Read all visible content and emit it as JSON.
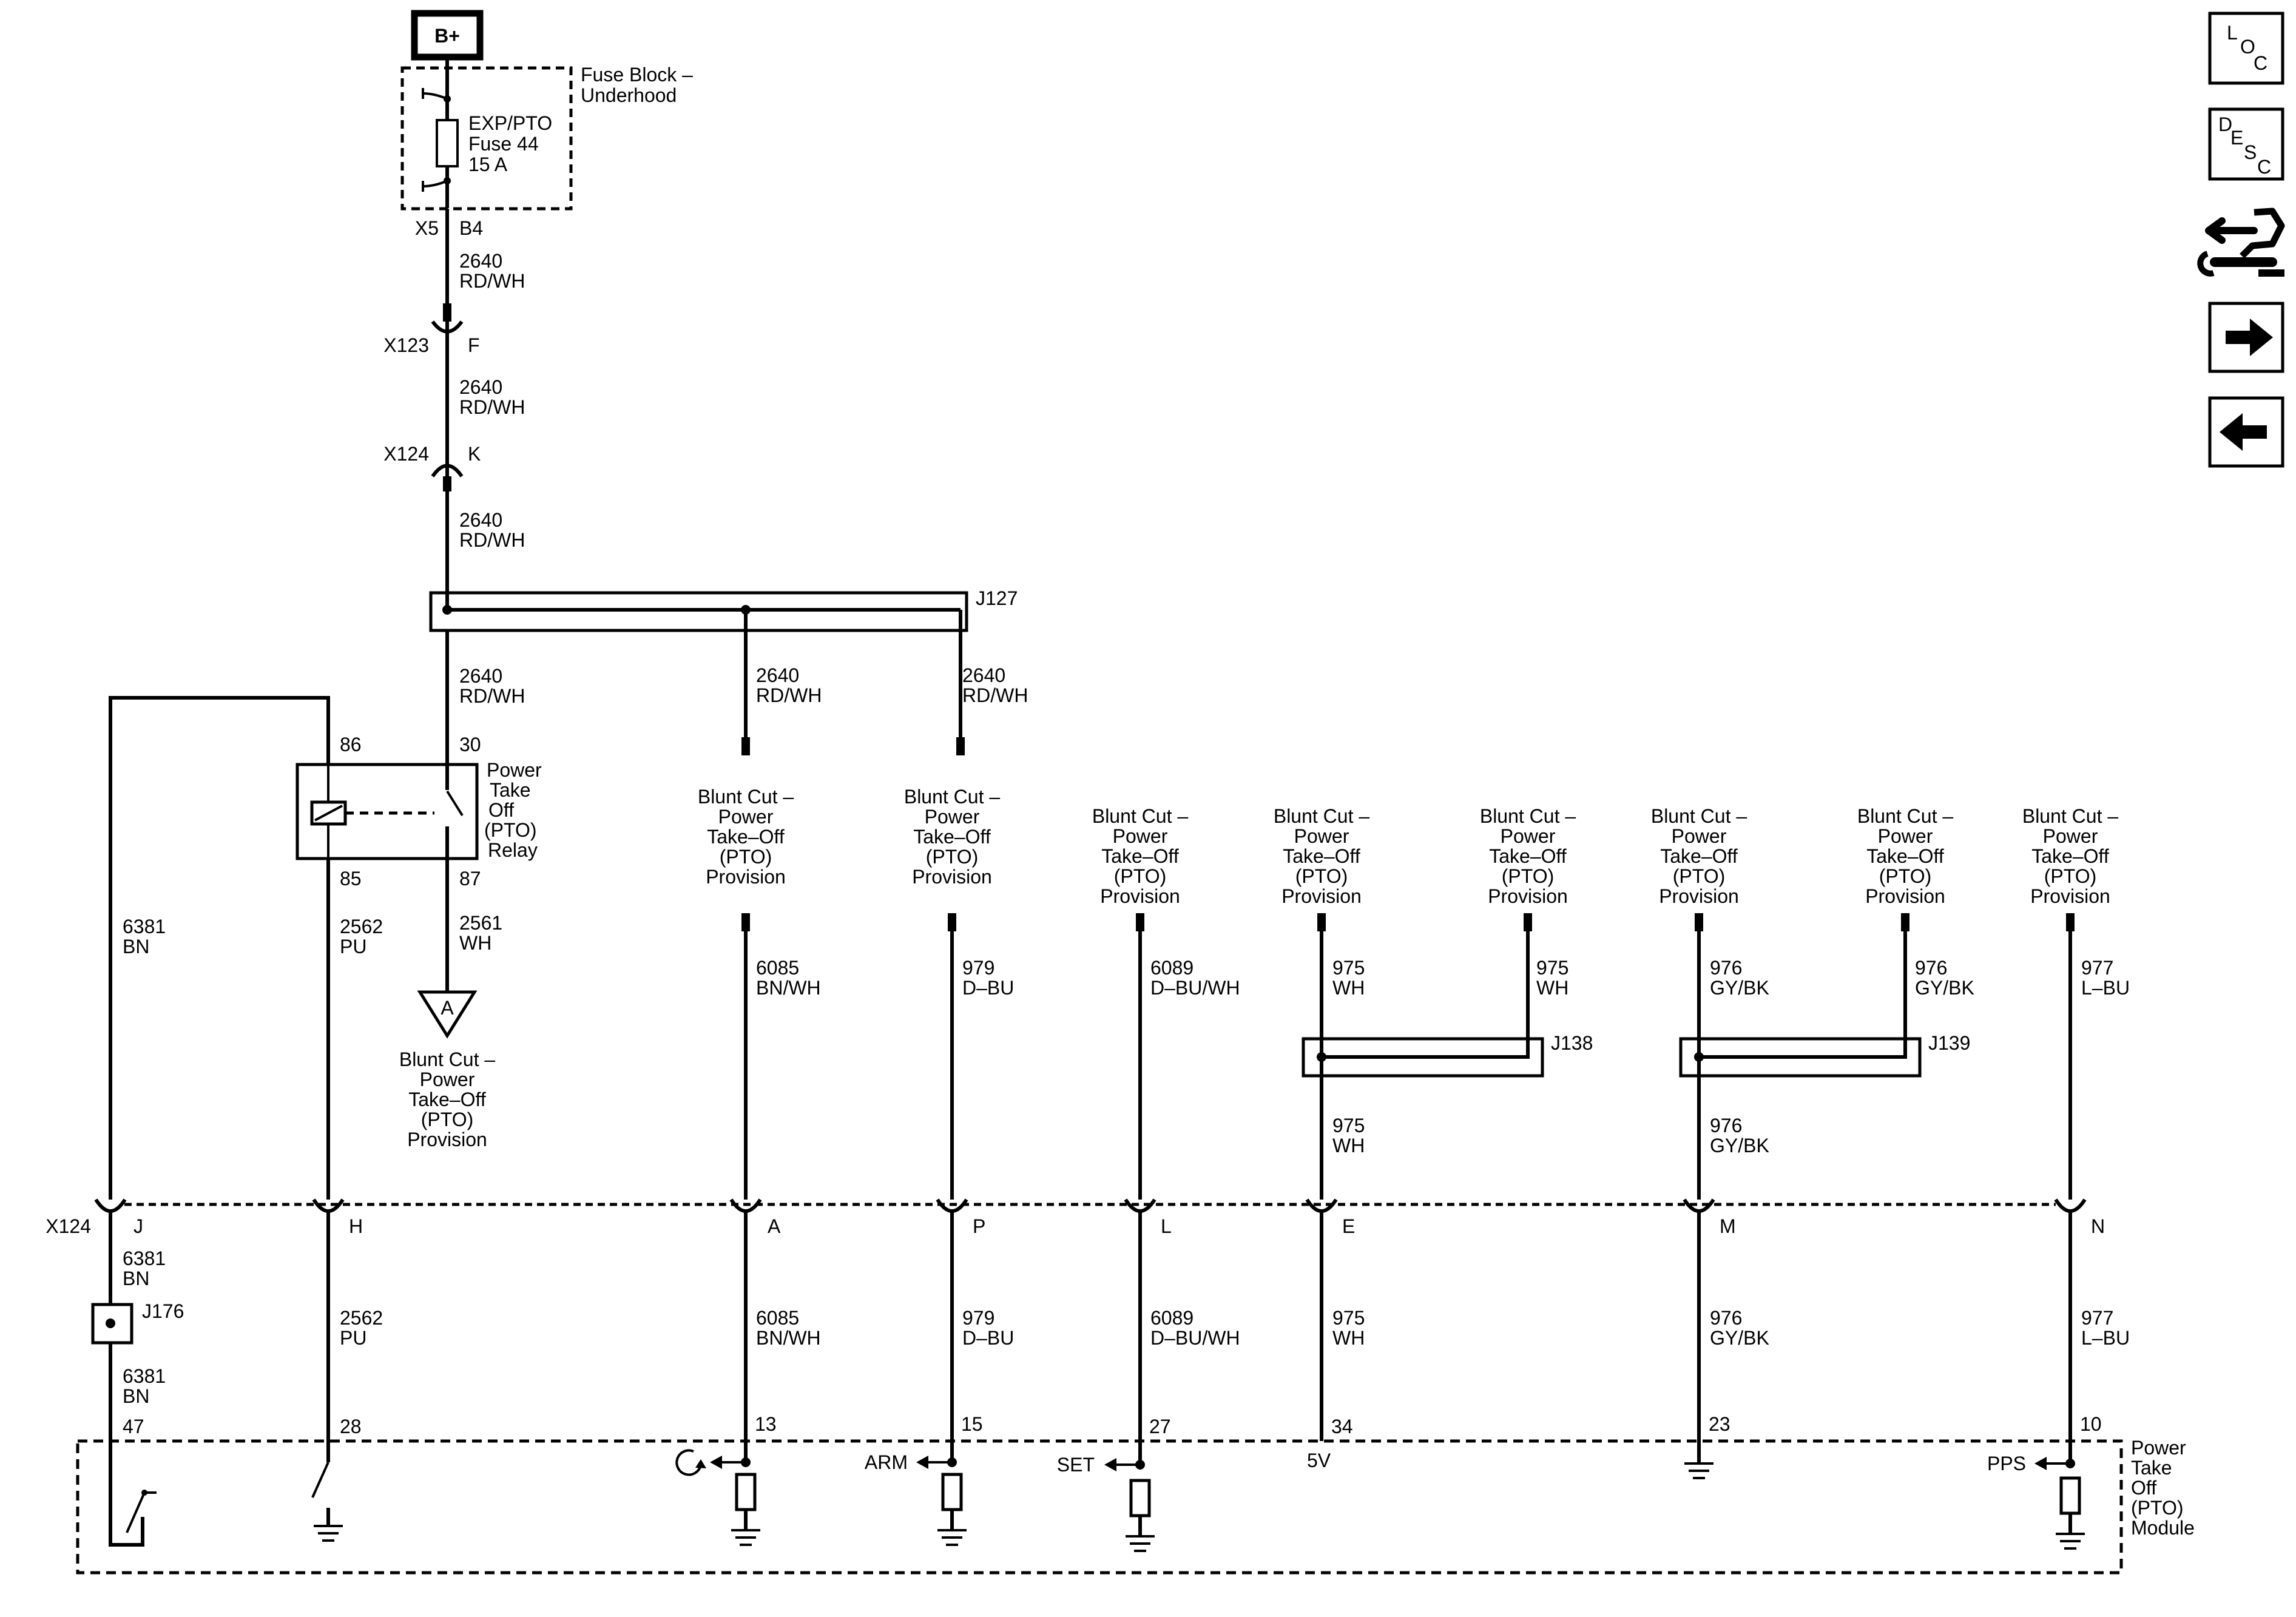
{
  "battery": {
    "label": "B+"
  },
  "fuse_block": {
    "name_lines": [
      "Fuse Block –",
      "Underhood"
    ],
    "fuse_lines": [
      "EXP/PTO",
      "Fuse 44",
      "15 A"
    ],
    "pin_connector": "X5",
    "pin_id": "B4"
  },
  "wires": {
    "w2640": {
      "number": "2640",
      "color": "RD/WH"
    },
    "w2561": {
      "number": "2561",
      "color": "WH"
    },
    "w2562": {
      "number": "2562",
      "color": "PU"
    },
    "w6381": {
      "number": "6381",
      "color": "BN"
    },
    "w6085": {
      "number": "6085",
      "color": "BN/WH"
    },
    "w979": {
      "number": "979",
      "color": "D–BU"
    },
    "w6089": {
      "number": "6089",
      "color": "D–BU/WH"
    },
    "w975": {
      "number": "975",
      "color": "WH"
    },
    "w976": {
      "number": "976",
      "color": "GY/BK"
    },
    "w977": {
      "number": "977",
      "color": "L–BU"
    }
  },
  "connectors": {
    "x123": {
      "id": "X123",
      "pin": "F"
    },
    "x124_upper": {
      "id": "X124",
      "pin": "K"
    },
    "x124_lower": {
      "id": "X124",
      "pins": [
        "J",
        "H",
        "A",
        "P",
        "L",
        "E",
        "M",
        "N"
      ]
    }
  },
  "splices": {
    "j127": "J127",
    "j138": "J138",
    "j139": "J139",
    "j176": "J176"
  },
  "relay": {
    "name_lines": [
      "Power",
      "Take",
      "Off",
      "(PTO)",
      "Relay"
    ],
    "pins": {
      "p86": "86",
      "p30": "30",
      "p85": "85",
      "p87": "87"
    }
  },
  "ref_a": {
    "label": "A",
    "name_lines": [
      "Blunt Cut –",
      "Power",
      "Take–Off",
      "(PTO)",
      "Provision"
    ]
  },
  "provision": {
    "lines": [
      "Blunt Cut –",
      "Power",
      "Take–Off",
      "(PTO)",
      "Provision"
    ]
  },
  "module": {
    "name_lines": [
      "Power",
      "Take",
      "Off",
      "(PTO)",
      "Module"
    ],
    "pins": [
      "47",
      "28",
      "13",
      "15",
      "27",
      "34",
      "23",
      "10"
    ],
    "signals": {
      "arm": "ARM",
      "set": "SET",
      "v5": "5V",
      "pps": "PPS"
    }
  },
  "nav": {
    "loc": [
      "L",
      "O",
      "C"
    ],
    "desc": [
      "D",
      "E",
      "S",
      "C"
    ],
    "icons": [
      "loc-icon",
      "desc-icon",
      "connector-wrench-icon",
      "arrow-right-icon",
      "arrow-left-icon"
    ]
  }
}
